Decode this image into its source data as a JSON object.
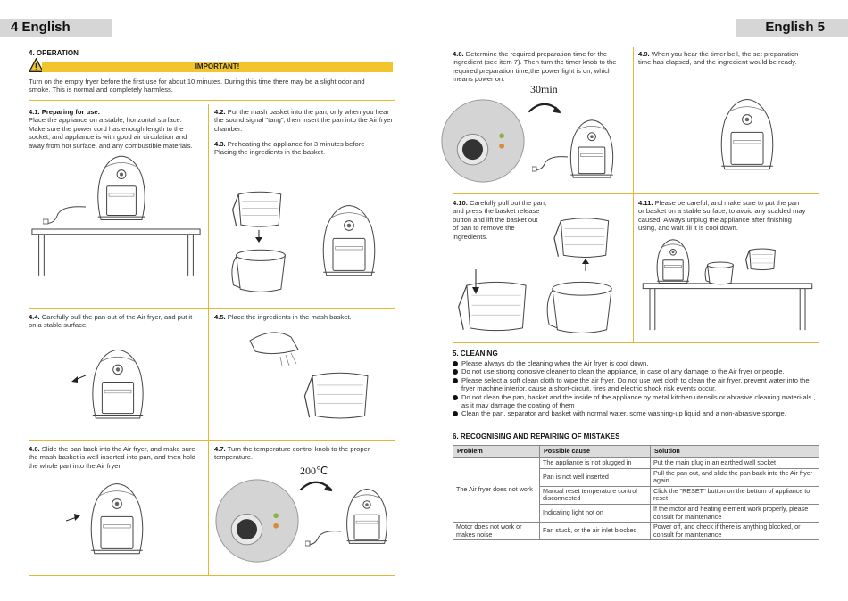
{
  "header": {
    "left": "4 English",
    "right": "English 5"
  },
  "operation": {
    "title": "4. OPERATION",
    "important": "IMPORTANT!",
    "intro": [
      "Turn on the empty fryer before the first use for about 10 minutes. During this time there may be a slight odor and",
      "smoke. This is normal and completely harmless."
    ]
  },
  "s41": {
    "num": "4.1. Preparing for use:",
    "lines": [
      "Place the appliance on a stable, horizontal surface.",
      "Make sure the power cord has enough length to the",
      "socket, and appliance is with good air circulation and",
      "away from hot surface, and any combustible materials."
    ]
  },
  "s42": {
    "num": "4.2.",
    "lines": [
      " Put the mash basket into the pan, only when you hear",
      "the sound signal \"tang\", then insert the pan into the Air fryer",
      "chamber."
    ]
  },
  "s43": {
    "num": "4.3.",
    "lines": [
      " Preheating the appliance for 3 minutes before",
      "Placing the ingredients in the basket."
    ]
  },
  "s44": {
    "num": "4.4.",
    "lines": [
      " Carefully pull the pan out of the Air fryer, and put it",
      "on a stable surface."
    ]
  },
  "s45": {
    "num": "4.5.",
    "lines": [
      " Place the ingredients in the mash basket."
    ]
  },
  "s46": {
    "num": "4.6.",
    "lines": [
      " Slide the pan back into the Air fryer, and make sure",
      "the mash basket is well inserted into pan, and then hold",
      "the whole part into the Air fryer."
    ]
  },
  "s47": {
    "num": "4.7.",
    "lines": [
      " Turn the temperature control knob to the proper",
      "temperature."
    ],
    "label": "200℃"
  },
  "s48": {
    "num": "4.8.",
    "lines": [
      " Determine the required preparation time for the",
      "ingredient (see item 7). Then turn the timer knob to the",
      "required preparation time,the power light is on, which",
      "means power on."
    ],
    "label": "30min"
  },
  "s49": {
    "num": "4.9.",
    "lines": [
      " When you hear the timer bell, the set preparation",
      "time has elapsed, and the ingredient would be ready."
    ]
  },
  "s410": {
    "num": "4.10.",
    "lines": [
      " Carefully pull out the pan,",
      "and press the basket release",
      "button and lift the basket out",
      "of pan to remove the",
      "ingredients."
    ]
  },
  "s411": {
    "num": "4.11.",
    "lines": [
      " Please be careful, and make sure to put the pan",
      "or basket on a stable surface, to avoid any scalded may",
      "caused. Always unplug the appliance after finishing",
      "using, and wait till it is cool down."
    ]
  },
  "cleaning": {
    "title": "5. CLEANING",
    "items": [
      "Please always do the cleaning when the Air fryer is cool down.",
      "Do not use strong corrosive cleaner to clean the appliance, in case of any damage to the Air fryer or people.",
      "Please select a soft clean cloth to wipe the air fryer. Do not use wet cloth to clean the air fryer, prevent water into the fryer machine interior, cause a short-circuit, fires and electric shock risk events occur.",
      "Do not clean the pan, basket and the inside of the appliance by metal kitchen utensils or abrasive cleaning materi-als , as it may damage the coating of them",
      "Clean the pan, separator and basket with normal water, some washing-up liquid and a non-abrasive sponge."
    ]
  },
  "troubleshoot": {
    "title": "6. RECOGNISING AND REPAIRING OF MISTAKES",
    "headers": [
      "Problem",
      "Possible cause",
      "Solution"
    ],
    "problems": [
      "The Air fryer does not work",
      "Motor does not work or makes noise"
    ],
    "rows": [
      {
        "cause": "The appliance is not plugged in",
        "solution": "Put the main plug in an earthed wall socket"
      },
      {
        "cause": "Pan is not well inserted",
        "solution": "Pull the pan out, and slide the pan back into the Air fryer again"
      },
      {
        "cause": "Manual reset temperature control disconnected",
        "solution": "Click the \"RESET\" button on the bottom of appliance to reset"
      },
      {
        "cause": "Indicating light not on",
        "solution": "If the motor and heating element work properly, please consult for maintenance"
      },
      {
        "cause": "Fan stuck, or the air inlet blocked",
        "solution": "Power off, and check if there is anything blocked, or consult for maintenance"
      }
    ]
  },
  "colors": {
    "accent": "#f2c52f",
    "rule": "#e5b632",
    "header_bg": "#d6d6d6"
  },
  "icons": [
    "warning-icon",
    "air-fryer-illustration",
    "table-illustration",
    "pan-illustration",
    "basket-illustration",
    "knob-closeup-illustration",
    "rotate-arrow-icon",
    "down-arrow-icon",
    "up-arrow-icon"
  ]
}
